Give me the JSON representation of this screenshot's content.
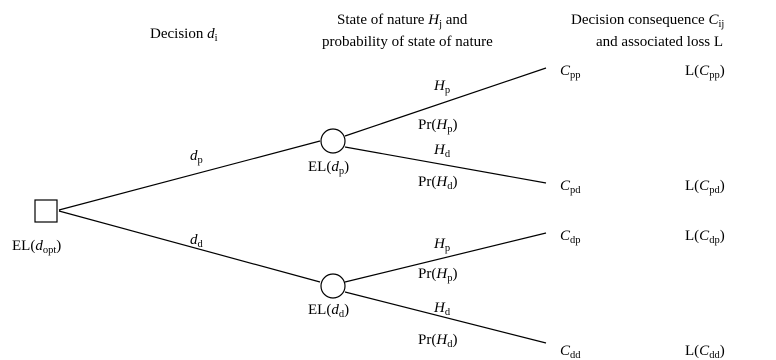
{
  "headers": {
    "decision": {
      "text": "Decision ",
      "var": "d",
      "sub": "i"
    },
    "state_line1": {
      "text": "State of nature ",
      "var": "H",
      "sub": "j",
      "tail": " and"
    },
    "state_line2": "probability of state of nature",
    "consequence_line1": {
      "text": "Decision consequence ",
      "var": "C",
      "sub": "ij"
    },
    "consequence_line2": "and associated loss L"
  },
  "root_node": {
    "label_prefix": "EL(",
    "var": "d",
    "sub": "opt",
    "label_suffix": ")"
  },
  "decision_branches": [
    {
      "var": "d",
      "sub": "p",
      "node_prefix": "EL(",
      "node_suffix": ")"
    },
    {
      "var": "d",
      "sub": "d",
      "node_prefix": "EL(",
      "node_suffix": ")"
    }
  ],
  "state_branches": [
    {
      "state_var": "H",
      "state_sub": "p",
      "prob_prefix": "Pr(",
      "prob_suffix": ")"
    },
    {
      "state_var": "H",
      "state_sub": "d",
      "prob_prefix": "Pr(",
      "prob_suffix": ")"
    },
    {
      "state_var": "H",
      "state_sub": "p",
      "prob_prefix": "Pr(",
      "prob_suffix": ")"
    },
    {
      "state_var": "H",
      "state_sub": "d",
      "prob_prefix": "Pr(",
      "prob_suffix": ")"
    }
  ],
  "consequences": [
    {
      "var": "C",
      "sub": "pp",
      "loss_prefix": "L(",
      "loss_suffix": ")"
    },
    {
      "var": "C",
      "sub": "pd",
      "loss_prefix": "L(",
      "loss_suffix": ")"
    },
    {
      "var": "C",
      "sub": "dp",
      "loss_prefix": "L(",
      "loss_suffix": ")"
    },
    {
      "var": "C",
      "sub": "dd",
      "loss_prefix": "L(",
      "loss_suffix": ")"
    }
  ]
}
